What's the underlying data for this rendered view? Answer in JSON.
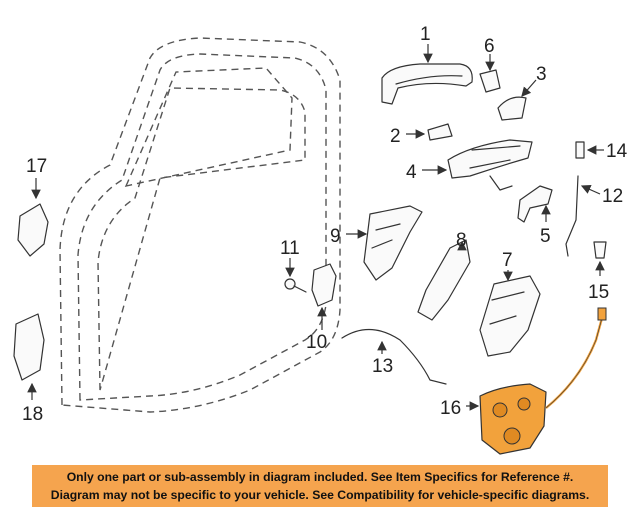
{
  "callouts": {
    "c1": "1",
    "c2": "2",
    "c3": "3",
    "c4": "4",
    "c5": "5",
    "c6": "6",
    "c7": "7",
    "c8": "8",
    "c9": "9",
    "c10": "10",
    "c11": "11",
    "c12": "12",
    "c13": "13",
    "c14": "14",
    "c15": "15",
    "c16": "16",
    "c17": "17",
    "c18": "18"
  },
  "notice": {
    "line1": "Only one part or sub-assembly in diagram included. See Item Specifics for Reference #.",
    "line2": "Diagram may not be specific to your vehicle. See Compatibility for vehicle-specific diagrams."
  },
  "colors": {
    "highlight_part": "#f2a23c",
    "notice_background": "#f5a44e"
  }
}
